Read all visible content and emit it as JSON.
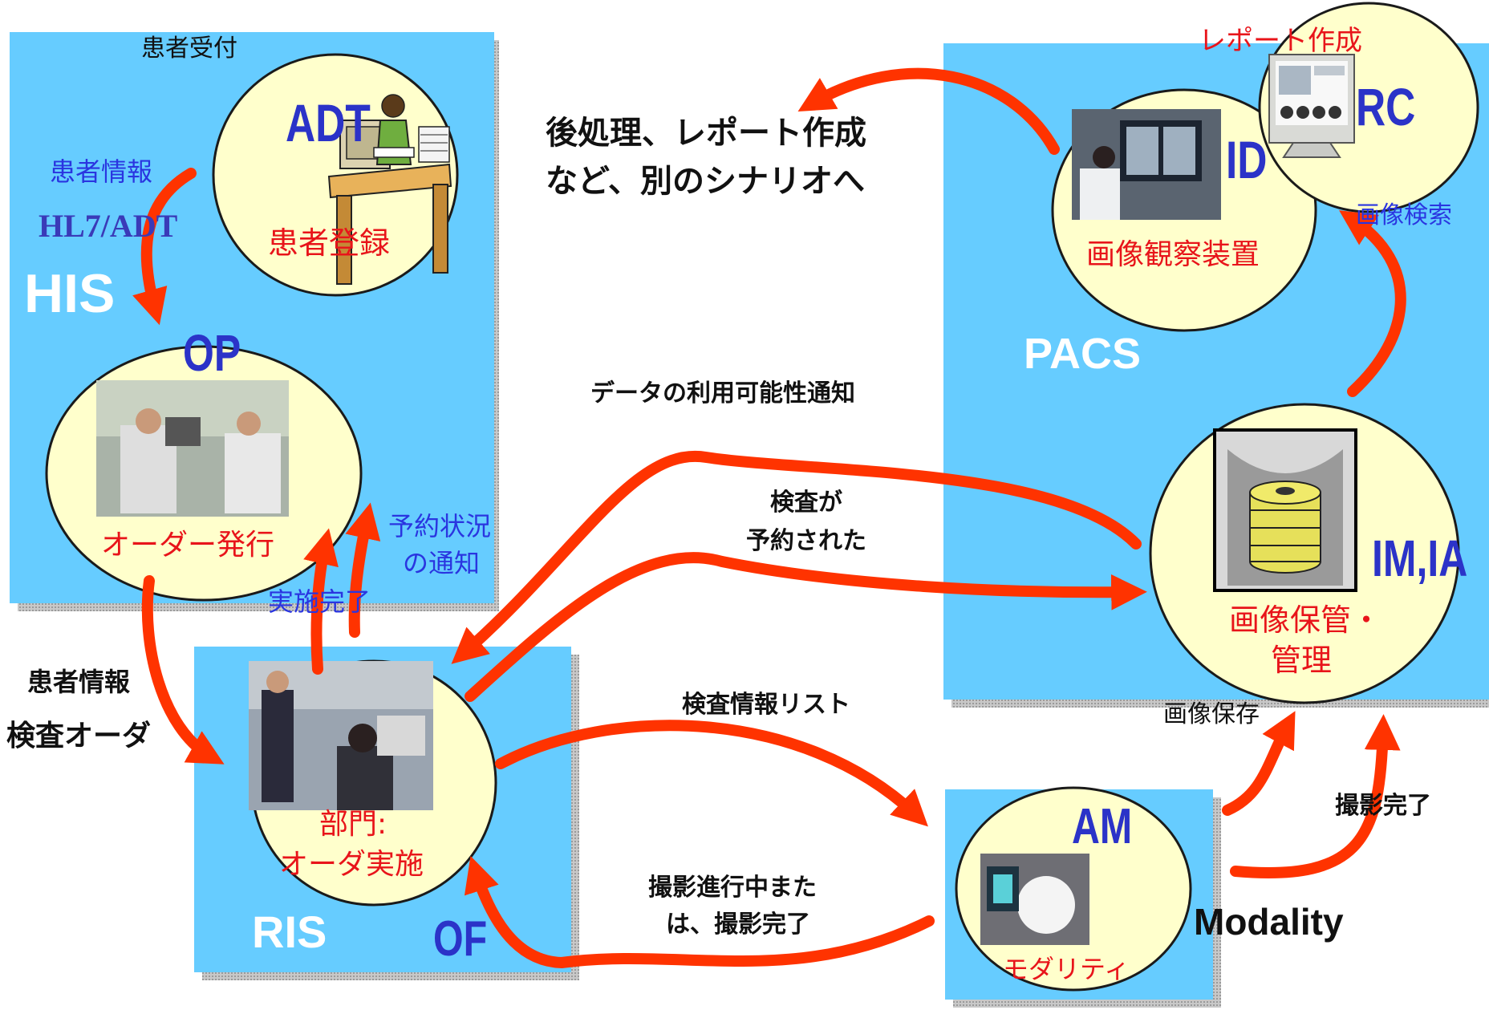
{
  "systems": {
    "his": "HIS",
    "ris": "RIS",
    "pacs": "PACS",
    "modality": "Modality"
  },
  "actors": {
    "adt": {
      "code": "ADT",
      "role": "患者登録"
    },
    "op": {
      "code": "OP",
      "role": "オーダー発行"
    },
    "of": {
      "code": "OF",
      "role_line1": "部門:",
      "role_line2": "オーダ実施"
    },
    "id": {
      "code": "ID",
      "role": "画像観察装置"
    },
    "rc": {
      "code": "RC",
      "role": "レポート作成"
    },
    "imia": {
      "code": "IM,IA",
      "role_line1": "画像保管・",
      "role_line2": "管理"
    },
    "am": {
      "code": "AM",
      "role": "モダリティ"
    }
  },
  "labels": {
    "patient_reception": "患者受付",
    "patient_info_his": "患者情報",
    "hl7_adt": "HL7/ADT",
    "reservation_line1": "予約状況",
    "reservation_line2": "の通知",
    "procedure_complete": "実施完了",
    "patient_info_left": "患者情報",
    "exam_order": "検査オーダ",
    "postprocess_line1": "後処理、レポート作成",
    "postprocess_line2": "など、別のシナリオへ",
    "availability": "データの利用可能性通知",
    "scheduled_line1": "検査が",
    "scheduled_line2": "予約された",
    "worklist": "検査情報リスト",
    "progress_line1": "撮影進行中また",
    "progress_line2": "は、撮影完了",
    "image_store": "画像保存",
    "image_query": "画像検索",
    "acquisition_complete": "撮影完了"
  },
  "colors": {
    "box_fill": "#66ccff",
    "circle_fill": "#ffffcc",
    "arrow": "#ff3300",
    "actor_code": "#2b33c8",
    "role_text": "#e8141a",
    "transaction_text": "#2a35e0"
  }
}
